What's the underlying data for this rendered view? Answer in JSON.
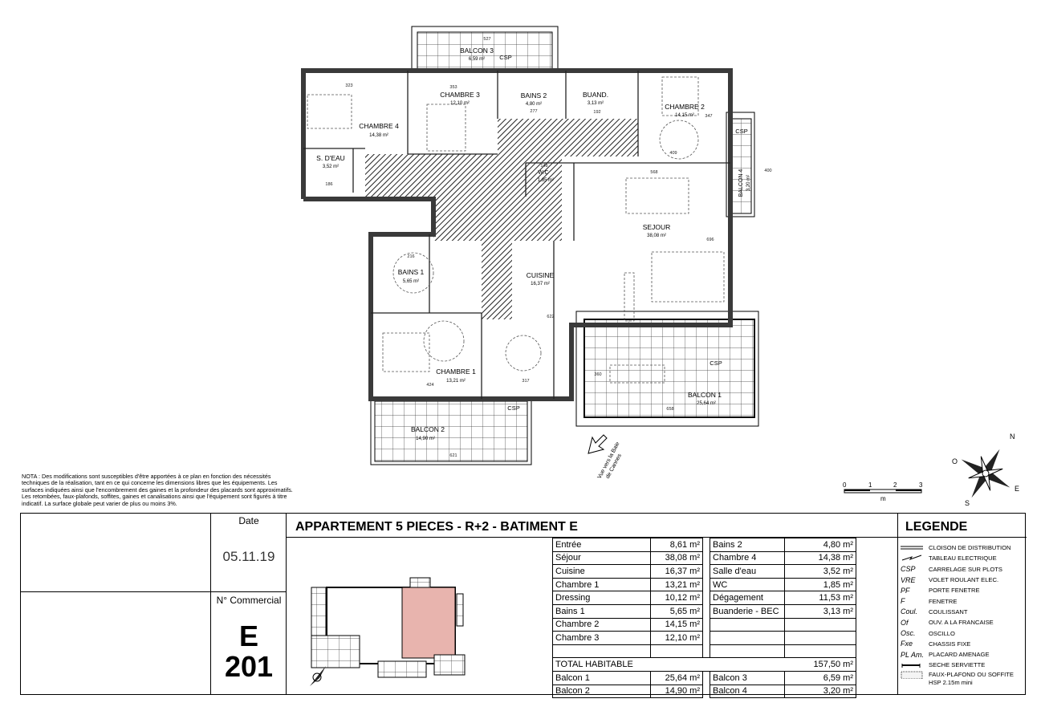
{
  "plan": {
    "rooms": [
      {
        "name": "CHAMBRE 4",
        "area": "14,38 m²"
      },
      {
        "name": "CHAMBRE 3",
        "area": "12,10 m²"
      },
      {
        "name": "BAINS 2",
        "area": "4,80 m²"
      },
      {
        "name": "BUAND.",
        "area": "3,13 m²"
      },
      {
        "name": "CHAMBRE 2",
        "area": "14,15 m²"
      },
      {
        "name": "S. D'EAU",
        "area": "3,52 m²"
      },
      {
        "name": "W.C",
        "area": "1,85 m²"
      },
      {
        "name": "SEJOUR",
        "area": "38,08 m²"
      },
      {
        "name": "BAINS 1",
        "area": "5,65 m²"
      },
      {
        "name": "CUISINE",
        "area": "16,37 m²"
      },
      {
        "name": "CHAMBRE 1",
        "area": "13,21 m²"
      },
      {
        "name": "BALCON 1",
        "area": "25,64 m²"
      },
      {
        "name": "BALCON 2",
        "area": "14,90 m²"
      },
      {
        "name": "BALCON 3",
        "area": "6,59 m²"
      },
      {
        "name": "BALCON 4",
        "area": "3,20 m²"
      }
    ],
    "csp": "CSP",
    "dimensions": [
      "527",
      "323",
      "353",
      "277",
      "192",
      "409",
      "347",
      "186",
      "148",
      "568",
      "216",
      "622",
      "424",
      "317",
      "658",
      "360",
      "621",
      "400",
      "696"
    ],
    "view_label_1": "Vue vers la Baie",
    "view_label_2": "de Cannes",
    "compass": {
      "n": "N",
      "o": "O",
      "e": "E",
      "s": "S"
    },
    "scale": {
      "ticks": [
        "0",
        "1",
        "2",
        "3"
      ],
      "unit": "m"
    }
  },
  "nota": "NOTA : Des modifications sont susceptibles d'être apportées à ce plan en fonction des nécessités techniques de la réalisation, tant en ce qui concerne les dimensions libres que les équipements. Les surfaces indiquées ainsi que l'encombrement des gaines et la profondeur des placards sont approximatifs. Les retombées, faux-plafonds, soffites, gaines et canalisations ainsi que l'équipement sont figurés à titre indicatif. La surface globale peut varier de plus ou moins 3%.",
  "titleblock": {
    "date_label": "Date",
    "date": "05.11.19",
    "commercial_label": "N° Commercial",
    "lot_building": "E",
    "lot_number": "201",
    "title": "APPARTEMENT 5 PIECES - R+2 - BATIMENT E",
    "highlight_color": "#e8b4ae"
  },
  "surfaces": {
    "left": [
      {
        "label": "Entrée",
        "value": "8,61 m²"
      },
      {
        "label": "Séjour",
        "value": "38,08 m²"
      },
      {
        "label": "Cuisine",
        "value": "16,37 m²"
      },
      {
        "label": "Chambre 1",
        "value": "13,21 m²"
      },
      {
        "label": "Dressing",
        "value": "10,12 m²"
      },
      {
        "label": "Bains 1",
        "value": "5,65 m²"
      },
      {
        "label": "Chambre 2",
        "value": "14,15 m²"
      },
      {
        "label": "Chambre 3",
        "value": "12,10 m²"
      }
    ],
    "right": [
      {
        "label": "Bains 2",
        "value": "4,80 m²"
      },
      {
        "label": "Chambre 4",
        "value": "14,38 m²"
      },
      {
        "label": "Salle d'eau",
        "value": "3,52 m²"
      },
      {
        "label": "WC",
        "value": "1,85 m²"
      },
      {
        "label": "Dégagement",
        "value": "11,53 m²"
      },
      {
        "label": "Buanderie - BEC",
        "value": "3,13 m²"
      }
    ],
    "total_label": "TOTAL HABITABLE",
    "total_value": "157,50 m²",
    "balcons": [
      {
        "label": "Balcon 1",
        "value": "25,64 m²"
      },
      {
        "label": "Balcon 3",
        "value": "6,59 m²"
      },
      {
        "label": "Balcon 2",
        "value": "14,90 m²"
      },
      {
        "label": "Balcon 4",
        "value": "3,20 m²"
      }
    ]
  },
  "legend": {
    "title": "LEGENDE",
    "items": [
      {
        "symbol": "",
        "icon": "double-line",
        "text": "CLOISON DE DISTRIBUTION"
      },
      {
        "symbol": "",
        "icon": "lightning",
        "text": "TABLEAU ELECTRIQUE"
      },
      {
        "symbol": "CSP",
        "text": "CARRELAGE SUR PLOTS"
      },
      {
        "symbol": "VRE",
        "text": "VOLET ROULANT ELEC."
      },
      {
        "symbol": "PF",
        "text": "PORTE FENETRE"
      },
      {
        "symbol": "F",
        "text": "FENETRE"
      },
      {
        "symbol": "Coul.",
        "text": "COULISSANT"
      },
      {
        "symbol": "Of",
        "text": "OUV. A LA FRANCAISE"
      },
      {
        "symbol": "Osc.",
        "text": "OSCILLO"
      },
      {
        "symbol": "Fxe",
        "text": "CHASSIS FIXE"
      },
      {
        "symbol": "PL Am.",
        "text": "PLACARD AMENAGE"
      },
      {
        "symbol": "",
        "icon": "towel-rail",
        "text": "SECHE SERVIETTE"
      },
      {
        "symbol": "",
        "icon": "dotted-box",
        "text": "FAUX-PLAFOND OU SOFFITE"
      },
      {
        "symbol": "",
        "text": "HSP 2.15m mini"
      }
    ]
  }
}
